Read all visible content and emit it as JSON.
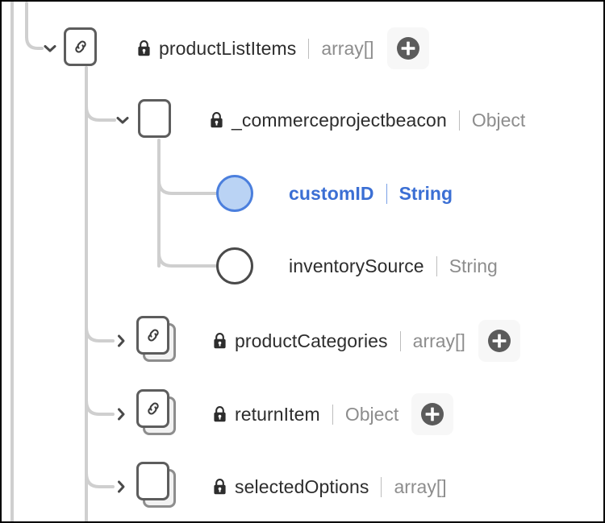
{
  "view": {
    "title": "Schema tree editor",
    "background_color": "#ffffff",
    "frame_color": "#000000",
    "selected_accent_color": "#3b6fd4",
    "selected_fill_color": "#bad3f4",
    "node_outline_color": "#5d5d5d",
    "connector_color": "#cfcfcf",
    "field_text_color": "#2d2d2d",
    "type_text_color": "#8d8d8d"
  },
  "icons": {
    "chevron_down": "chevron-down-icon",
    "chevron_right": "chevron-right-icon",
    "lock": "lock-icon",
    "link": "link-icon",
    "add": "plus-circle-icon"
  },
  "separator": "|",
  "rows": [
    {
      "id": "productListItems",
      "name": "productListItems",
      "type": "array[]",
      "depth": 0,
      "expanded": true,
      "twisty": "chevron-down-icon",
      "node_icon": "link-icon",
      "node_style": "single",
      "locked": true,
      "selected": false,
      "has_add_button": true,
      "add_label": "+"
    },
    {
      "id": "_commerceprojectbeacon",
      "name": "_commerceprojectbeacon",
      "type": "Object",
      "depth": 1,
      "expanded": true,
      "twisty": "chevron-down-icon",
      "node_icon": "none",
      "node_style": "single",
      "locked": true,
      "selected": false,
      "has_add_button": false,
      "add_label": ""
    },
    {
      "id": "customID",
      "name": "customID",
      "type": "String",
      "depth": 2,
      "expanded": false,
      "twisty": "none",
      "node_icon": "circle",
      "node_style": "circle",
      "locked": false,
      "selected": true,
      "has_add_button": false,
      "add_label": ""
    },
    {
      "id": "inventorySource",
      "name": "inventorySource",
      "type": "String",
      "depth": 2,
      "expanded": false,
      "twisty": "none",
      "node_icon": "circle",
      "node_style": "circle",
      "locked": false,
      "selected": false,
      "has_add_button": false,
      "add_label": ""
    },
    {
      "id": "productCategories",
      "name": "productCategories",
      "type": "array[]",
      "depth": 1,
      "expanded": false,
      "twisty": "chevron-right-icon",
      "node_icon": "link-icon",
      "node_style": "stacked",
      "locked": true,
      "selected": false,
      "has_add_button": true,
      "add_label": "+"
    },
    {
      "id": "returnItem",
      "name": "returnItem",
      "type": "Object",
      "depth": 1,
      "expanded": false,
      "twisty": "chevron-right-icon",
      "node_icon": "link-icon",
      "node_style": "stacked",
      "locked": true,
      "selected": false,
      "has_add_button": true,
      "add_label": "+"
    },
    {
      "id": "selectedOptions",
      "name": "selectedOptions",
      "type": "array[]",
      "depth": 1,
      "expanded": false,
      "twisty": "chevron-right-icon",
      "node_icon": "none",
      "node_style": "stacked",
      "locked": true,
      "selected": false,
      "has_add_button": false,
      "add_label": ""
    }
  ]
}
